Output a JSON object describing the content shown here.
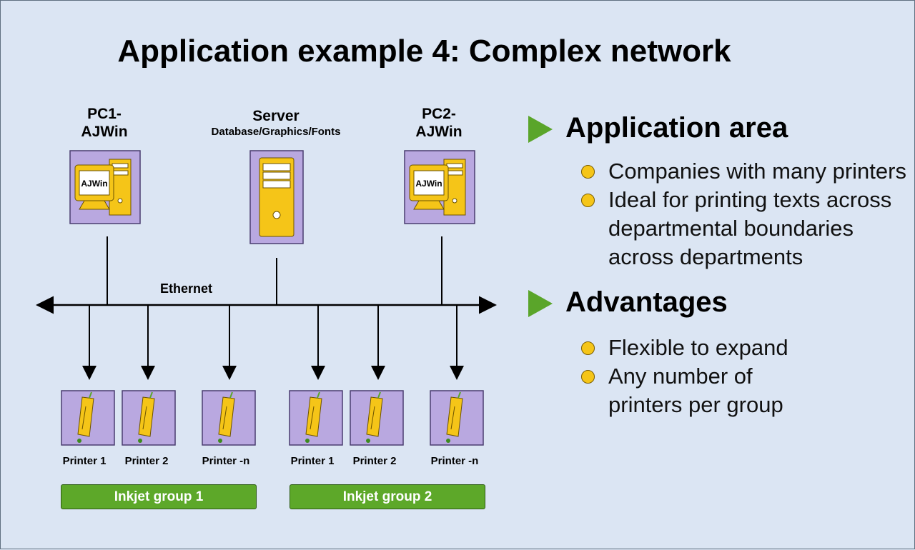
{
  "title": "Application example 4: Complex network",
  "pc1": {
    "line1": "PC1-",
    "line2": "AJWin",
    "screen": "AJWin"
  },
  "server": {
    "label": "Server",
    "sub": "Database/Graphics/Fonts"
  },
  "pc2": {
    "line1": "PC2-",
    "line2": "AJWin",
    "screen": "AJWin"
  },
  "ethernet": "Ethernet",
  "printers": [
    {
      "label": "Printer 1"
    },
    {
      "label": "Printer 2"
    },
    {
      "label": "Printer -n"
    },
    {
      "label": "Printer 1"
    },
    {
      "label": "Printer 2"
    },
    {
      "label": "Printer -n"
    }
  ],
  "groups": [
    "Inkjet group 1",
    "Inkjet group 2"
  ],
  "sections": [
    {
      "heading": "Application area",
      "bullets": [
        "Companies with many printers",
        "Ideal for printing texts across departmental boundaries across departments"
      ]
    },
    {
      "heading": "Advantages",
      "bullets": [
        "Flexible to expand",
        "Any number of printers per group"
      ]
    }
  ],
  "colors": {
    "background": "#dbe5f3",
    "accent_green": "#5da829",
    "box_purple": "#b9a8e0",
    "device_yellow": "#f5c518"
  }
}
